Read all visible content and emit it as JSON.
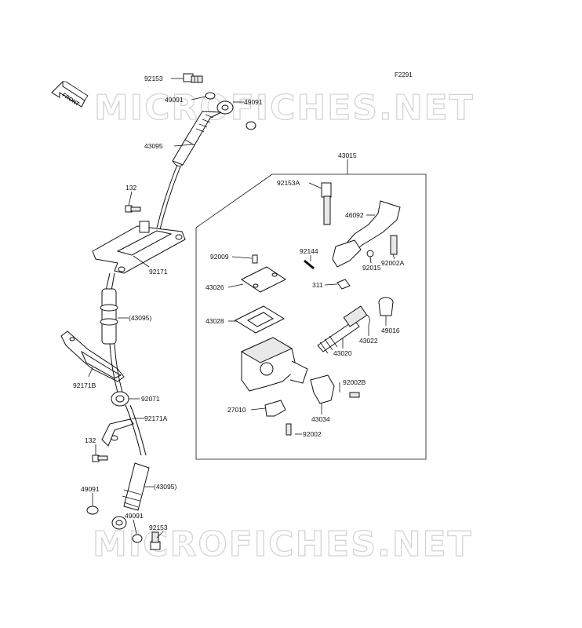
{
  "figure_code": "F2291",
  "front_label": "FRONT",
  "watermark": "MICROFICHES.NET",
  "assembly_label": "43015",
  "parts": [
    {
      "id": "p1",
      "text": "92153"
    },
    {
      "id": "p2",
      "text": "49091"
    },
    {
      "id": "p3",
      "text": "49091"
    },
    {
      "id": "p4",
      "text": "43095"
    },
    {
      "id": "p5",
      "text": "132"
    },
    {
      "id": "p6",
      "text": "92171"
    },
    {
      "id": "p7",
      "text": "(43095)"
    },
    {
      "id": "p8",
      "text": "92171B"
    },
    {
      "id": "p9",
      "text": "92071"
    },
    {
      "id": "p10",
      "text": "92171A"
    },
    {
      "id": "p11",
      "text": "132"
    },
    {
      "id": "p12",
      "text": "(43095)"
    },
    {
      "id": "p13",
      "text": "49091"
    },
    {
      "id": "p14",
      "text": "49091"
    },
    {
      "id": "p15",
      "text": "92153"
    },
    {
      "id": "p16",
      "text": "92153A"
    },
    {
      "id": "p17",
      "text": "46092"
    },
    {
      "id": "p18",
      "text": "92009"
    },
    {
      "id": "p19",
      "text": "92144"
    },
    {
      "id": "p20",
      "text": "92002A"
    },
    {
      "id": "p21",
      "text": "92015"
    },
    {
      "id": "p22",
      "text": "43026"
    },
    {
      "id": "p23",
      "text": "311"
    },
    {
      "id": "p24",
      "text": "43028"
    },
    {
      "id": "p25",
      "text": "49016"
    },
    {
      "id": "p26",
      "text": "43022"
    },
    {
      "id": "p27",
      "text": "43020"
    },
    {
      "id": "p28",
      "text": "92002B"
    },
    {
      "id": "p29",
      "text": "27010"
    },
    {
      "id": "p30",
      "text": "43034"
    },
    {
      "id": "p31",
      "text": "92002"
    }
  ]
}
